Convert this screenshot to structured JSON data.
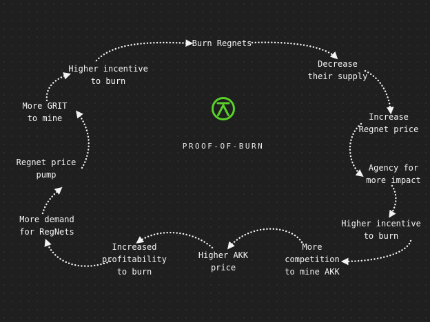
{
  "center": {
    "title": "PROOF-OF-BURN",
    "logo": {
      "icon": "akash-logo-icon",
      "color": "#58d22a"
    }
  },
  "nodes": [
    {
      "id": "burn-regnets",
      "lines": [
        "Burn Regnets"
      ]
    },
    {
      "id": "decrease-supply",
      "lines": [
        "Decrease",
        "their supply"
      ]
    },
    {
      "id": "increase-regnet-price",
      "lines": [
        "Increase",
        "Regnet price"
      ]
    },
    {
      "id": "agency-impact",
      "lines": [
        "Agency for",
        "more impact"
      ]
    },
    {
      "id": "higher-incentive-right",
      "lines": [
        "Higher incentive",
        "to burn"
      ]
    },
    {
      "id": "more-competition",
      "lines": [
        "More",
        "competition",
        "to mine AKK"
      ]
    },
    {
      "id": "higher-akk-price",
      "lines": [
        "Higher AKK",
        "price"
      ]
    },
    {
      "id": "increased-profitability",
      "lines": [
        "Increased",
        "profitability",
        "to burn"
      ]
    },
    {
      "id": "more-demand",
      "lines": [
        "More demand",
        "for RegNets"
      ]
    },
    {
      "id": "regnet-price-pump",
      "lines": [
        "Regnet price",
        "pump"
      ]
    },
    {
      "id": "more-grit",
      "lines": [
        "More GRIT",
        "to mine"
      ]
    },
    {
      "id": "higher-incentive-left",
      "lines": [
        "Higher incentive",
        "to burn"
      ]
    }
  ],
  "style": {
    "arrow_color": "#f2f2f2",
    "background": "#1f1f1f"
  }
}
